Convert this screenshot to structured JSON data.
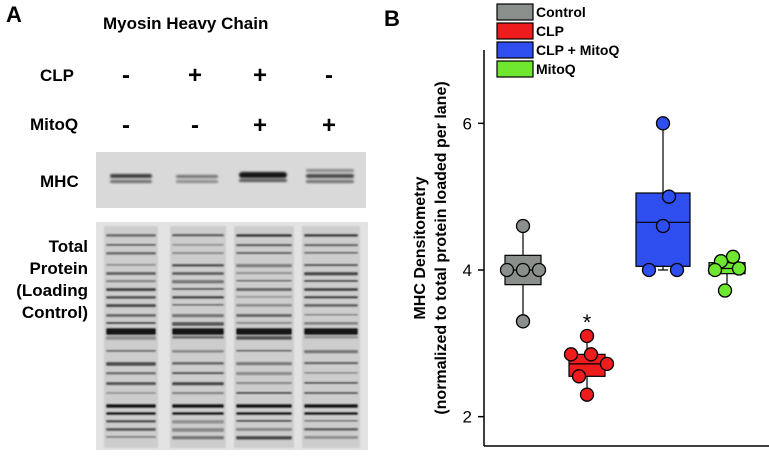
{
  "panel_a": {
    "letter": "A",
    "title": "Myosin Heavy Chain",
    "rows": [
      {
        "label": "CLP",
        "signs": [
          "-",
          "+",
          "+",
          "-"
        ]
      },
      {
        "label": "MitoQ",
        "signs": [
          "-",
          "-",
          "+",
          "+"
        ]
      }
    ],
    "mhc_label": "MHC",
    "total_protein_label": [
      "Total",
      "Protein",
      "(Loading",
      "Control)"
    ]
  },
  "panel_b": {
    "letter": "B",
    "chart_data": {
      "type": "box",
      "ylabel_line1": "MHC Densitometry",
      "ylabel_line2": "(normalized to total protein loaded per lane)",
      "ylim": [
        1.6,
        7.0
      ],
      "yticks": [
        2,
        4,
        6
      ],
      "grid": false,
      "legend_placement": "top",
      "series": [
        {
          "name": "Control",
          "color": "#8a8f8c",
          "min": 3.3,
          "q1": 3.8,
          "median": 4.0,
          "q3": 4.2,
          "max": 4.6,
          "points": [
            4.6,
            4.0,
            4.0,
            4.0,
            3.3
          ]
        },
        {
          "name": "CLP",
          "color": "#ee1c1c",
          "min": 2.3,
          "q1": 2.55,
          "median": 2.72,
          "q3": 2.85,
          "max": 3.1,
          "points": [
            3.1,
            2.85,
            2.85,
            2.72,
            2.55,
            2.3
          ],
          "annotation": "*"
        },
        {
          "name": "CLP + MitoQ",
          "color": "#2f4ef0",
          "min": 4.0,
          "q1": 4.05,
          "median": 4.65,
          "q3": 5.05,
          "max": 6.0,
          "points": [
            6.0,
            5.0,
            4.6,
            4.0,
            4.0
          ]
        },
        {
          "name": "MitoQ",
          "color": "#6fe630",
          "min": 3.72,
          "q1": 3.95,
          "median": 4.02,
          "q3": 4.1,
          "max": 4.18,
          "points": [
            4.18,
            4.12,
            4.02,
            4.0,
            3.72
          ]
        }
      ]
    }
  }
}
